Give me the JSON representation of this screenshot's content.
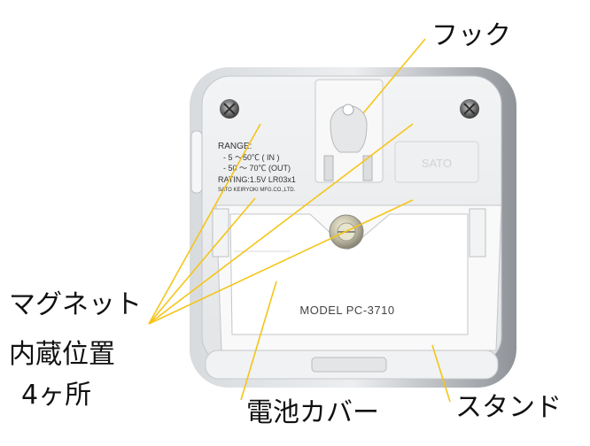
{
  "labels": {
    "hook": "フック",
    "magnet_line1": "マグネット",
    "magnet_line2": "内蔵位置",
    "magnet_line3": "4ヶ所",
    "battery_cover": "電池カバー",
    "stand": "スタンド"
  },
  "device": {
    "rating_block": {
      "line1": "RANGE:",
      "line2": "- 5 ～50℃ ( IN )",
      "line3": "- 50 ～ 70℃ (OUT)",
      "line4": "RATING:1.5V LR03x1",
      "line5": "SATO KEIRYOKI MFG.CO.,LTD."
    },
    "model": "MODEL PC-3710",
    "brand_emboss": "SATO"
  },
  "colors": {
    "leader_line": "#f5c518",
    "body_frame": "#9a9ea3",
    "body_face": "#e9ebed",
    "panel": "#f7f7f7"
  }
}
